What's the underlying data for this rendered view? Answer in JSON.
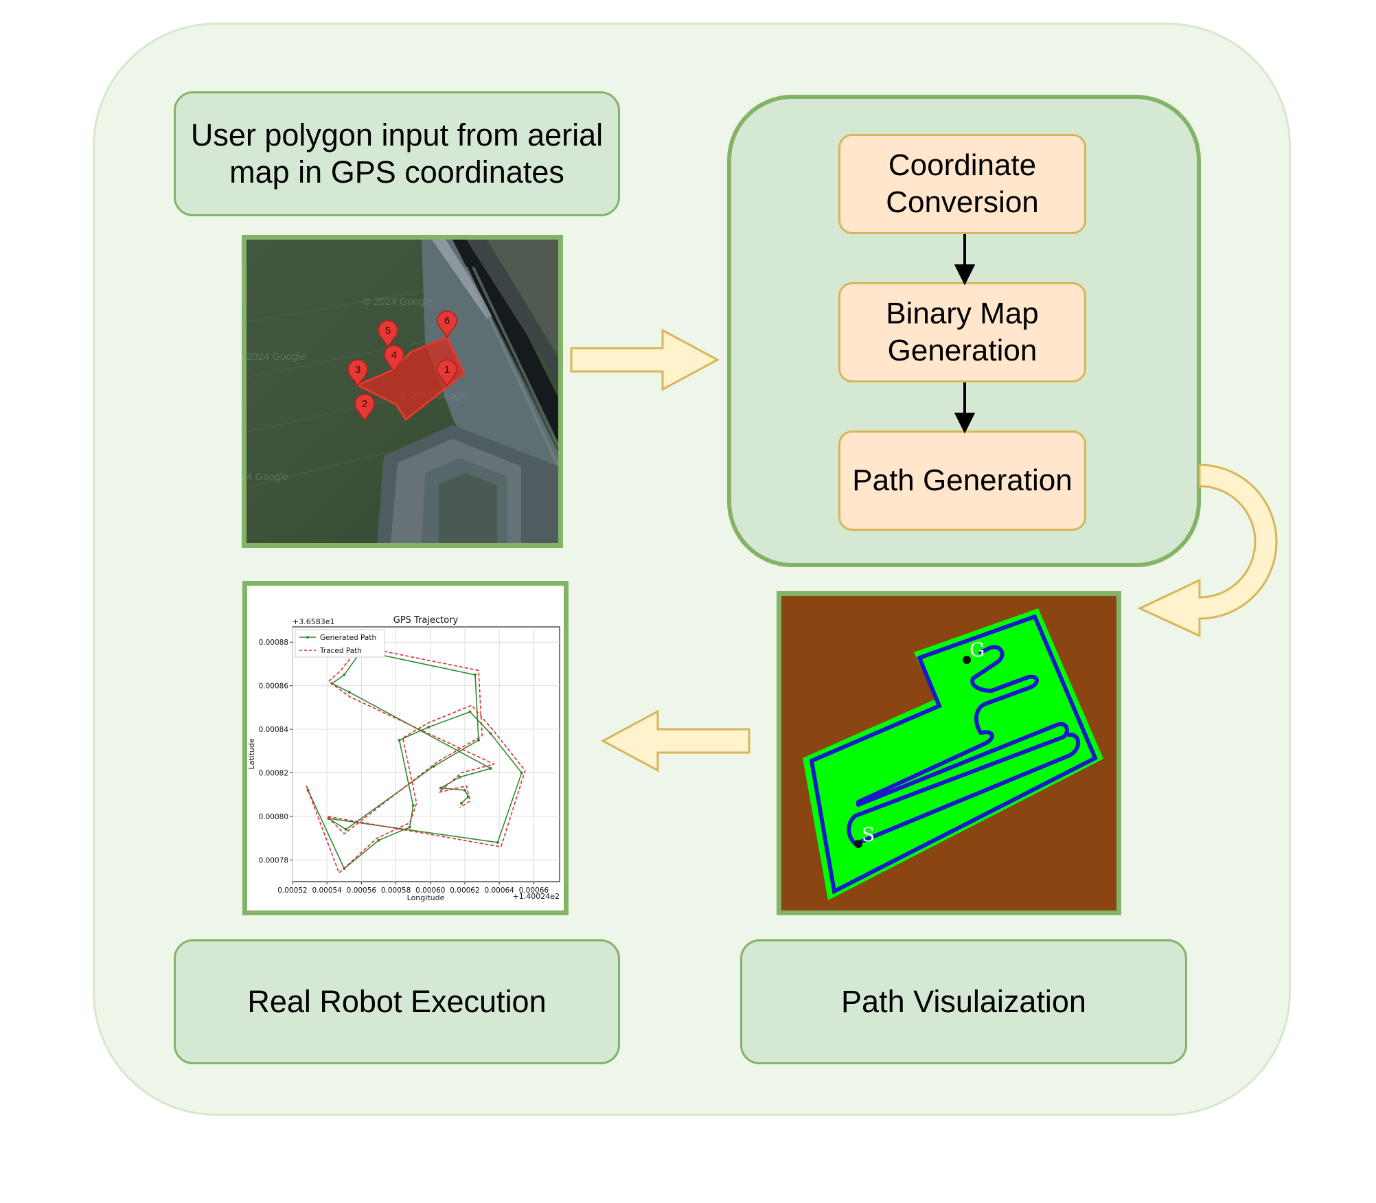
{
  "input_label": "User polygon input from aerial map in GPS coordinates",
  "steps": [
    "Coordinate Conversion",
    "Binary Map Generation",
    "Path Generation"
  ],
  "execution_label": "Real Robot Execution",
  "visualization_label": "Path Visulaization",
  "aerial_map": {
    "markers": [
      "1",
      "2",
      "3",
      "4",
      "5",
      "6"
    ],
    "watermarks": [
      "© 2024 Google",
      "2024 Google",
      "© 2024 Google",
      "4 Google"
    ]
  },
  "path_viz": {
    "start_label": "S",
    "goal_label": "G"
  },
  "chart_data": {
    "type": "line",
    "title": "GPS Trajectory",
    "xlabel": "Longitude",
    "ylabel": "Latitude",
    "x_offset_label": "+1.40024e2",
    "y_offset_label": "+3.6583e1",
    "xlim": [
      0.00052,
      0.000675
    ],
    "ylim": [
      0.00077,
      0.000887
    ],
    "xticks": [
      "0.00052",
      "0.00054",
      "0.00056",
      "0.00058",
      "0.00060",
      "0.00062",
      "0.00064",
      "0.00066"
    ],
    "yticks": [
      "0.00078",
      "0.00080",
      "0.00082",
      "0.00084",
      "0.00086",
      "0.00088"
    ],
    "legend_position": "top-left",
    "grid": true,
    "series": [
      {
        "name": "Generated Path",
        "color": "#2e8b2e",
        "style": "solid-with-dots",
        "x": [
          0.000529,
          0.00055,
          0.00057,
          0.000588,
          0.00059,
          0.000582,
          0.000599,
          0.000623,
          0.000635,
          0.000653,
          0.000639,
          0.000541,
          0.000551,
          0.000602,
          0.000628,
          0.000626,
          0.00056,
          0.00055,
          0.000543,
          0.000553,
          0.000635,
          0.000617,
          0.000606,
          0.00062,
          0.000622,
          0.000618
        ],
        "y": [
          0.000812,
          0.000776,
          0.000789,
          0.000795,
          0.000805,
          0.000835,
          0.000841,
          0.000848,
          0.000838,
          0.00082,
          0.000788,
          0.000799,
          0.000794,
          0.000823,
          0.000835,
          0.000865,
          0.000876,
          0.000865,
          0.000861,
          0.000857,
          0.000822,
          0.000818,
          0.000813,
          0.000812,
          0.000809,
          0.000806
        ]
      },
      {
        "name": "Traced Path",
        "color": "#e0282e",
        "style": "dashed",
        "x": [
          0.000528,
          0.000547,
          0.000569,
          0.000588,
          0.000592,
          0.000584,
          0.000599,
          0.000624,
          0.000637,
          0.000655,
          0.000641,
          0.00054,
          0.00055,
          0.000604,
          0.00063,
          0.000628,
          0.000559,
          0.000548,
          0.000541,
          0.000553,
          0.000637,
          0.000618,
          0.000605,
          0.000621,
          0.000623,
          0.000617
        ],
        "y": [
          0.000814,
          0.000774,
          0.00079,
          0.000797,
          0.000806,
          0.000836,
          0.000843,
          0.000851,
          0.000839,
          0.000821,
          0.000786,
          0.0008,
          0.000792,
          0.000825,
          0.000837,
          0.000867,
          0.000878,
          0.000867,
          0.000862,
          0.000855,
          0.000824,
          0.00082,
          0.000811,
          0.000814,
          0.000807,
          0.000804
        ]
      }
    ]
  },
  "colors": {
    "panel_fill": "#d5e8d4",
    "panel_border": "#82b366",
    "step_fill": "#ffe6cc",
    "step_border": "#d6b656",
    "arrow_fill": "#fff2cc",
    "arrow_border": "#d6b656",
    "map_free": "#00ff00",
    "map_obstacle": "#8b4513",
    "path_line": "#1a1acc"
  }
}
